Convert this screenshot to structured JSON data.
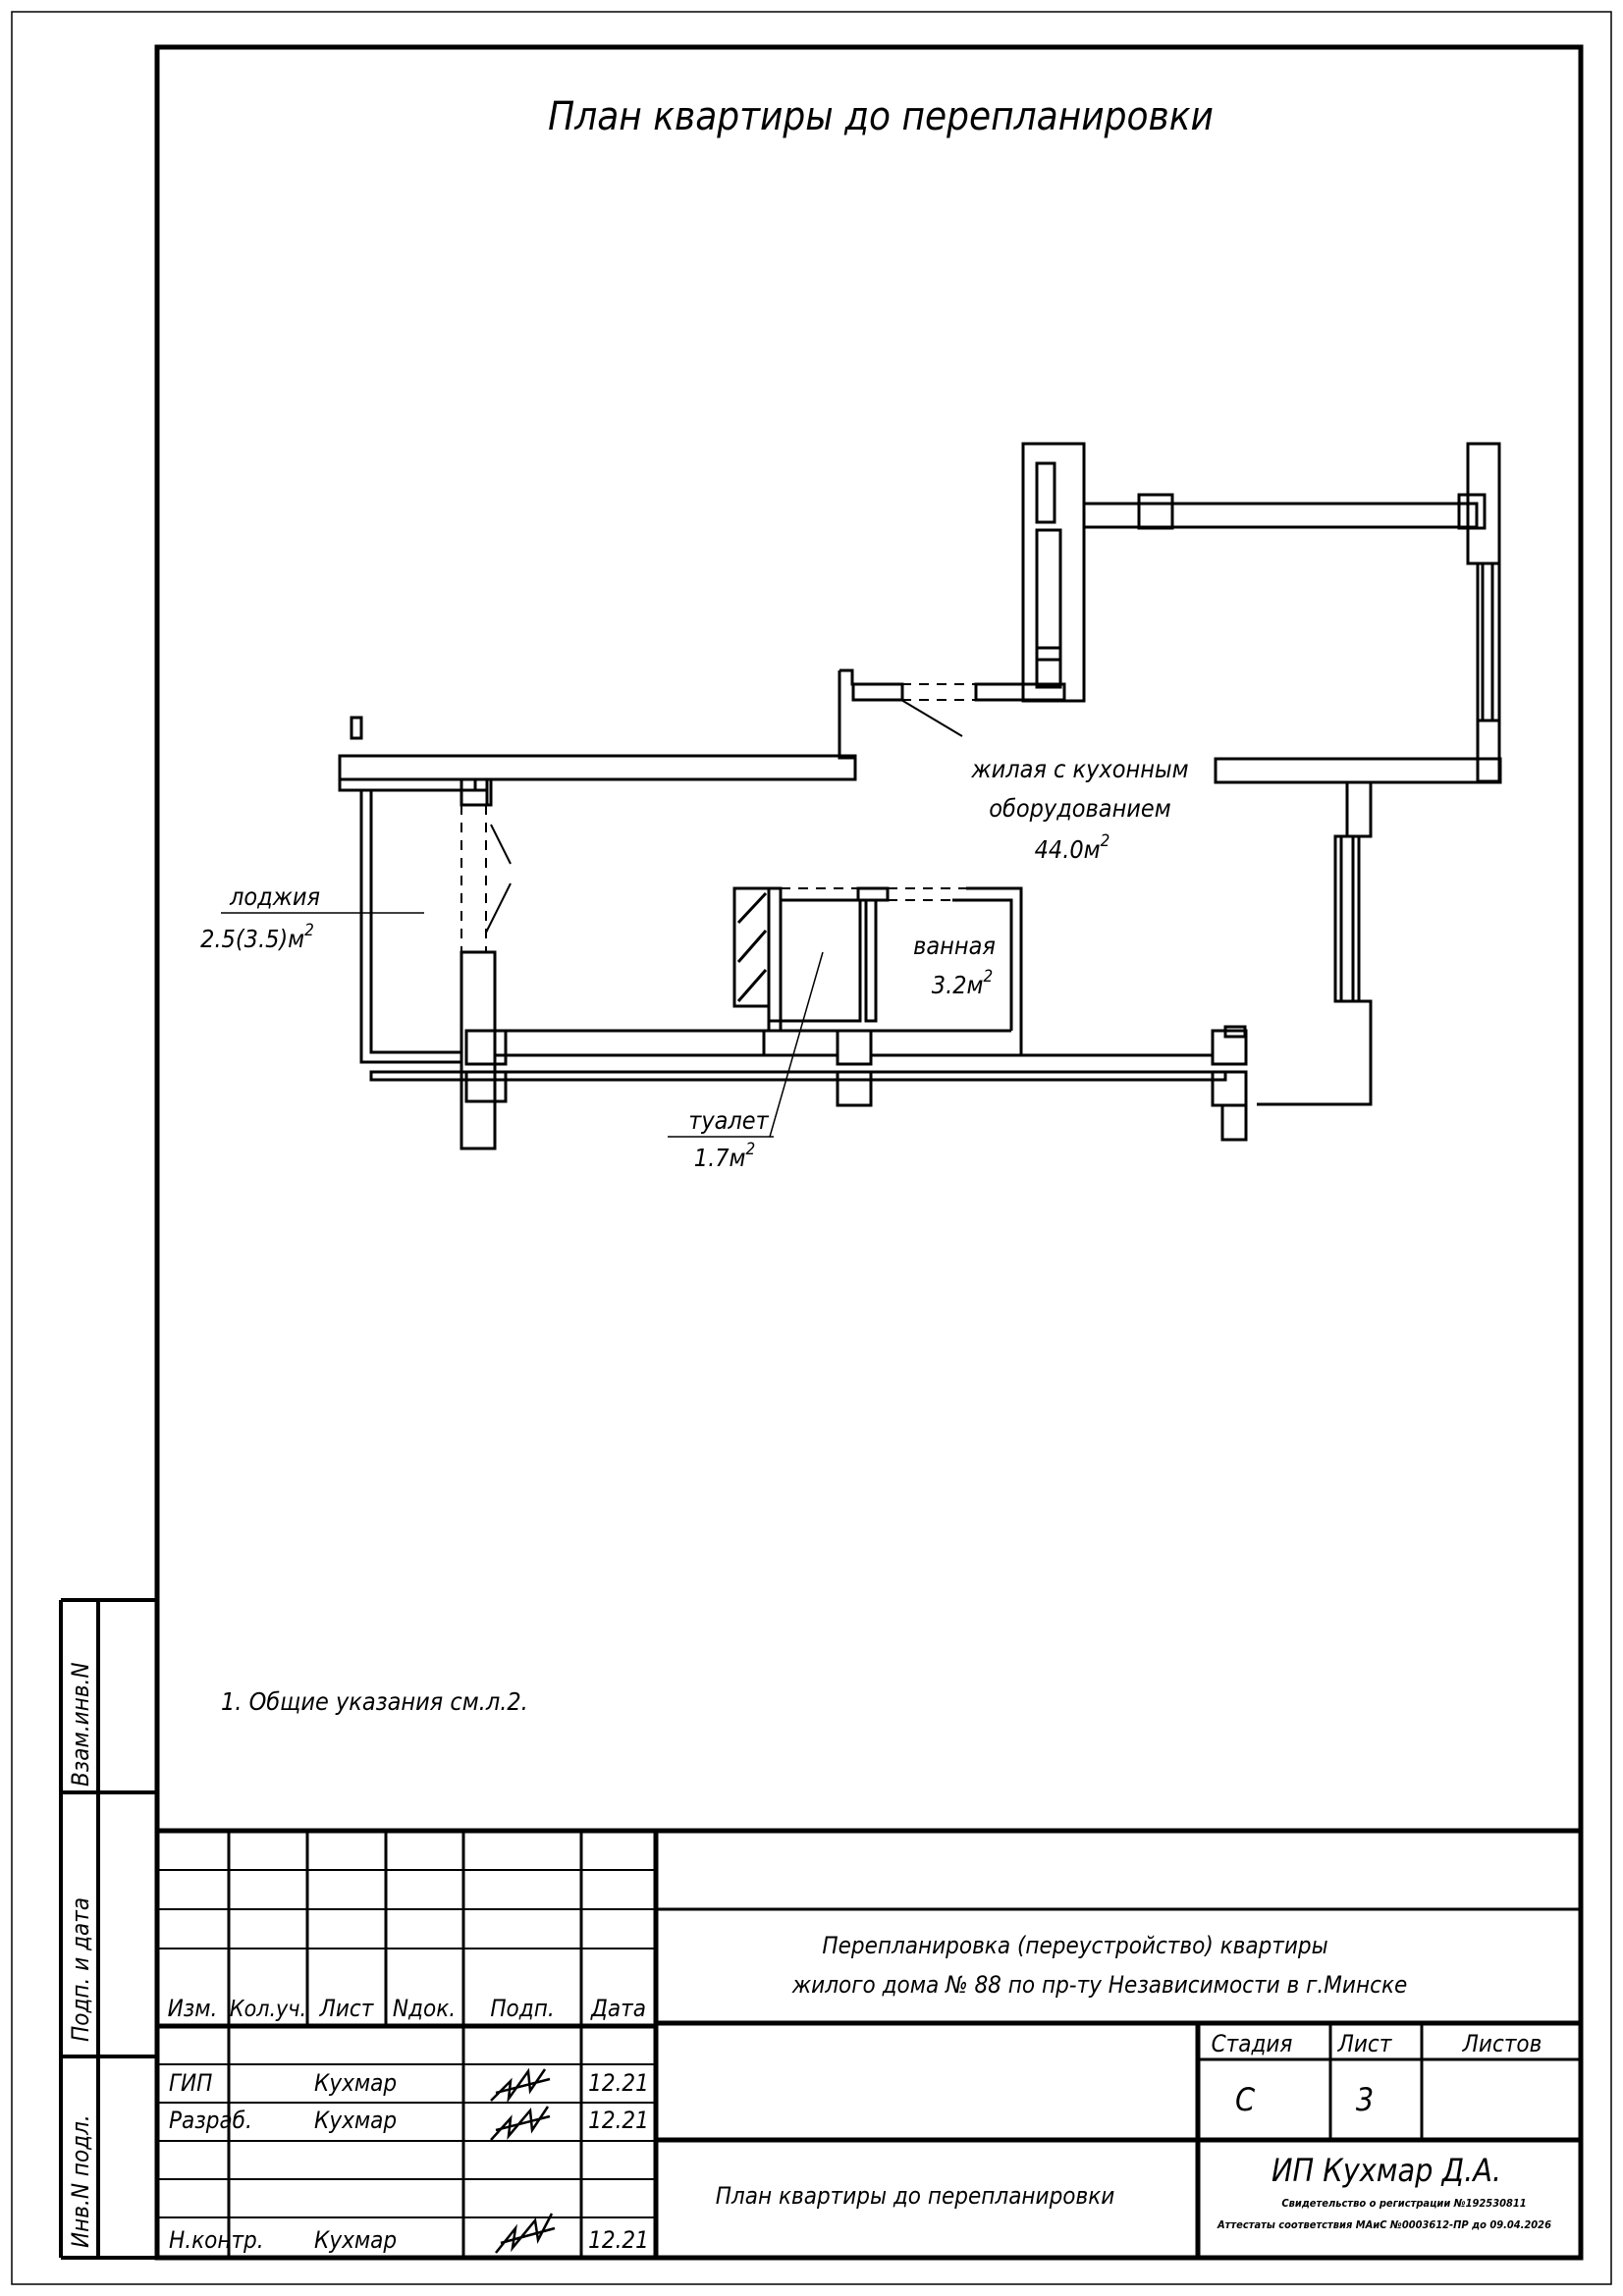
{
  "title": "План квартиры до перепланировки",
  "rooms": {
    "living": {
      "line1": "жилая с кухонным",
      "line2": "оборудованием",
      "area": "44.0м",
      "sup": "2"
    },
    "loggia": {
      "name": "лоджия",
      "area": "2.5(3.5)м",
      "sup": "2"
    },
    "bath": {
      "name": "ванная",
      "area": "3.2м",
      "sup": "2"
    },
    "toilet": {
      "name": "туалет",
      "area": "1.7м",
      "sup": "2"
    }
  },
  "note": "1. Общие указания см.л.2.",
  "side_labels": {
    "vzam": "Взам.инв.N",
    "podp": "Подп. и дата",
    "inv": "Инв.N подл."
  },
  "stamp": {
    "headers": {
      "izm": "Изм.",
      "kol": "Кол.уч.",
      "list": "Лист",
      "ndok": "Nдок.",
      "podp": "Подп.",
      "data": "Дата"
    },
    "signatories": [
      {
        "role": "ГИП",
        "name": "Кухмар",
        "date": "12.21"
      },
      {
        "role": "Разраб.",
        "name": "Кухмар",
        "date": "12.21"
      },
      {
        "role": "Н.контр.",
        "name": "Кухмар",
        "date": "12.21"
      }
    ],
    "project_line1": "Перепланировка (переустройство) квартиры",
    "project_line2": "жилого дома № 88 по пр-ту Независимости в г.Минске",
    "col_stage": "Стадия",
    "col_sheet": "Лист",
    "col_sheets": "Листов",
    "stage": "С",
    "sheet": "3",
    "sheets": "",
    "drawing_title": "План квартиры до перепланировки",
    "org": "ИП Кухмар Д.А.",
    "cert1": "Свидетельство о регистрации №192530811",
    "cert2": "Аттестаты соответствия МАиС №0003612-ПР до 09.04.2026"
  }
}
